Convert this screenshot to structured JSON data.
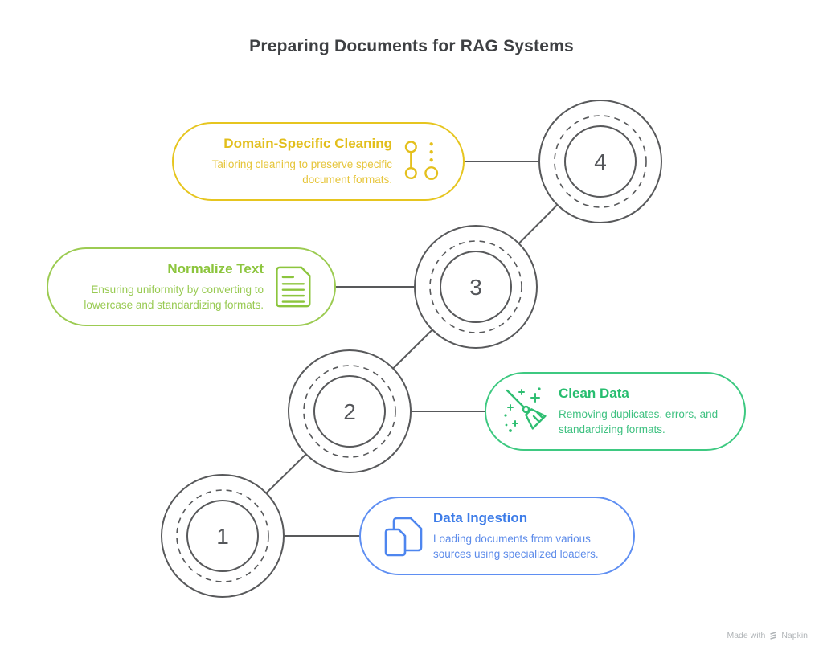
{
  "title": "Preparing Documents for RAG Systems",
  "steps": [
    {
      "number": "1",
      "title": "Data Ingestion",
      "desc_lines": [
        "Loading documents from various",
        "sources using specialized loaders."
      ],
      "accent": "#4E86EF",
      "icon": "documents-stack-icon"
    },
    {
      "number": "2",
      "title": "Clean Data",
      "desc_lines": [
        "Removing duplicates, errors, and",
        "standardizing formats."
      ],
      "accent": "#2FBE72",
      "icon": "broom-sparkle-icon"
    },
    {
      "number": "3",
      "title": "Normalize Text",
      "desc_lines": [
        "Ensuring uniformity by converting to",
        "lowercase and standardizing formats."
      ],
      "accent": "#8CC53D",
      "icon": "document-lines-icon"
    },
    {
      "number": "4",
      "title": "Domain-Specific Cleaning",
      "desc_lines": [
        "Tailoring cleaning to preserve specific",
        "document formats."
      ],
      "accent": "#E4C01D",
      "icon": "slider-steps-icon"
    }
  ],
  "watermark": {
    "prefix": "Made with",
    "brand": "Napkin",
    "icon": "napkin-logo-icon"
  },
  "colors": {
    "connector": "#58595B",
    "number": "#54565A",
    "title_text": "#3E4043"
  }
}
